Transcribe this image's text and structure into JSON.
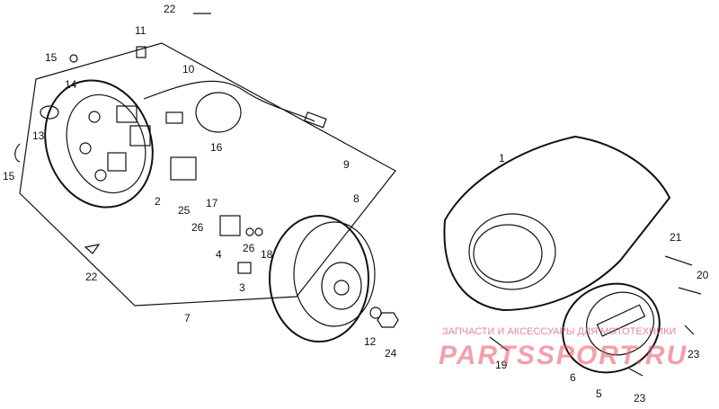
{
  "labels": [
    "1",
    "2",
    "3",
    "4",
    "5",
    "6",
    "7",
    "8",
    "9",
    "10",
    "11",
    "12",
    "13",
    "14",
    "15",
    "15",
    "16",
    "17",
    "18",
    "19",
    "20",
    "21",
    "22",
    "22",
    "23",
    "23",
    "24",
    "25",
    "26",
    "26"
  ],
  "watermark": {
    "caption": "ЗАПЧАСТИ И АКСЕССУАРЫ ДЛЯ МОТОТЕХНИКИ",
    "logo": "PARTSSPORT.RU"
  },
  "colors": {
    "lines": "#111111",
    "watermark": "#e8546a",
    "background": "#ffffff"
  }
}
